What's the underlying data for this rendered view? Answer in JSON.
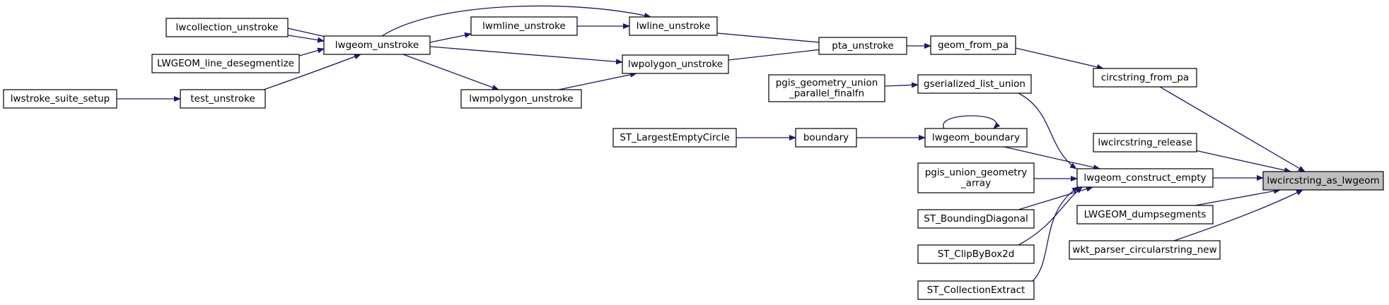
{
  "graph": {
    "nodes": [
      {
        "id": "lwcircstring_as_lwgeom",
        "lines": [
          "lwcircstring_as_lwgeom"
        ],
        "highlight": true
      },
      {
        "id": "circstring_from_pa",
        "lines": [
          "circstring_from_pa"
        ]
      },
      {
        "id": "lwcircstring_release",
        "lines": [
          "lwcircstring_release"
        ]
      },
      {
        "id": "lwgeom_construct_empty",
        "lines": [
          "lwgeom_construct_empty"
        ]
      },
      {
        "id": "LWGEOM_dumpsegments",
        "lines": [
          "LWGEOM_dumpsegments"
        ]
      },
      {
        "id": "wkt_parser_circularstring_new",
        "lines": [
          "wkt_parser_circularstring_new"
        ]
      },
      {
        "id": "geom_from_pa",
        "lines": [
          "geom_from_pa"
        ]
      },
      {
        "id": "pta_unstroke",
        "lines": [
          "pta_unstroke"
        ]
      },
      {
        "id": "lwline_unstroke",
        "lines": [
          "lwline_unstroke"
        ]
      },
      {
        "id": "lwpolygon_unstroke",
        "lines": [
          "lwpolygon_unstroke"
        ]
      },
      {
        "id": "lwmline_unstroke",
        "lines": [
          "lwmline_unstroke"
        ]
      },
      {
        "id": "lwgeom_unstroke",
        "lines": [
          "lwgeom_unstroke"
        ]
      },
      {
        "id": "lwmpolygon_unstroke",
        "lines": [
          "lwmpolygon_unstroke"
        ]
      },
      {
        "id": "lwcollection_unstroke",
        "lines": [
          "lwcollection_unstroke"
        ]
      },
      {
        "id": "LWGEOM_line_desegmentize",
        "lines": [
          "LWGEOM_line_desegmentize"
        ]
      },
      {
        "id": "test_unstroke",
        "lines": [
          "test_unstroke"
        ]
      },
      {
        "id": "lwstroke_suite_setup",
        "lines": [
          "lwstroke_suite_setup"
        ]
      },
      {
        "id": "gserialized_list_union",
        "lines": [
          "gserialized_list_union"
        ]
      },
      {
        "id": "pgis_geometry_union_parallel_finalfn",
        "lines": [
          "pgis_geometry_union",
          "_parallel_finalfn"
        ]
      },
      {
        "id": "lwgeom_boundary",
        "lines": [
          "lwgeom_boundary"
        ]
      },
      {
        "id": "boundary",
        "lines": [
          "boundary"
        ]
      },
      {
        "id": "ST_LargestEmptyCircle",
        "lines": [
          "ST_LargestEmptyCircle"
        ]
      },
      {
        "id": "pgis_union_geometry_array",
        "lines": [
          "pgis_union_geometry",
          "_array"
        ]
      },
      {
        "id": "ST_BoundingDiagonal",
        "lines": [
          "ST_BoundingDiagonal"
        ]
      },
      {
        "id": "ST_ClipByBox2d",
        "lines": [
          "ST_ClipByBox2d"
        ]
      },
      {
        "id": "ST_CollectionExtract",
        "lines": [
          "ST_CollectionExtract"
        ]
      }
    ],
    "edges": [
      {
        "from": "circstring_from_pa",
        "to": "lwcircstring_as_lwgeom"
      },
      {
        "from": "lwcircstring_release",
        "to": "lwcircstring_as_lwgeom"
      },
      {
        "from": "lwgeom_construct_empty",
        "to": "lwcircstring_as_lwgeom"
      },
      {
        "from": "LWGEOM_dumpsegments",
        "to": "lwcircstring_as_lwgeom"
      },
      {
        "from": "wkt_parser_circularstring_new",
        "to": "lwcircstring_as_lwgeom"
      },
      {
        "from": "geom_from_pa",
        "to": "circstring_from_pa"
      },
      {
        "from": "pta_unstroke",
        "to": "geom_from_pa"
      },
      {
        "from": "lwline_unstroke",
        "to": "pta_unstroke"
      },
      {
        "from": "lwpolygon_unstroke",
        "to": "pta_unstroke"
      },
      {
        "from": "lwmline_unstroke",
        "to": "lwline_unstroke"
      },
      {
        "from": "lwgeom_unstroke",
        "to": "lwline_unstroke"
      },
      {
        "from": "lwgeom_unstroke",
        "to": "lwmline_unstroke"
      },
      {
        "from": "lwgeom_unstroke",
        "to": "lwpolygon_unstroke"
      },
      {
        "from": "lwmpolygon_unstroke",
        "to": "lwpolygon_unstroke"
      },
      {
        "from": "lwgeom_unstroke",
        "to": "lwcollection_unstroke"
      },
      {
        "from": "lwcollection_unstroke",
        "to": "lwgeom_unstroke"
      },
      {
        "from": "LWGEOM_line_desegmentize",
        "to": "lwgeom_unstroke"
      },
      {
        "from": "test_unstroke",
        "to": "lwgeom_unstroke"
      },
      {
        "from": "lwgeom_unstroke",
        "to": "lwmpolygon_unstroke"
      },
      {
        "from": "lwstroke_suite_setup",
        "to": "test_unstroke"
      },
      {
        "from": "pgis_geometry_union_parallel_finalfn",
        "to": "gserialized_list_union"
      },
      {
        "from": "gserialized_list_union",
        "to": "lwgeom_construct_empty"
      },
      {
        "from": "lwgeom_boundary",
        "to": "lwgeom_construct_empty"
      },
      {
        "from": "lwgeom_boundary",
        "to": "lwgeom_boundary"
      },
      {
        "from": "boundary",
        "to": "lwgeom_boundary"
      },
      {
        "from": "ST_LargestEmptyCircle",
        "to": "boundary"
      },
      {
        "from": "pgis_union_geometry_array",
        "to": "lwgeom_construct_empty"
      },
      {
        "from": "ST_BoundingDiagonal",
        "to": "lwgeom_construct_empty"
      },
      {
        "from": "ST_ClipByBox2d",
        "to": "lwgeom_construct_empty"
      },
      {
        "from": "ST_CollectionExtract",
        "to": "lwgeom_construct_empty"
      }
    ]
  }
}
